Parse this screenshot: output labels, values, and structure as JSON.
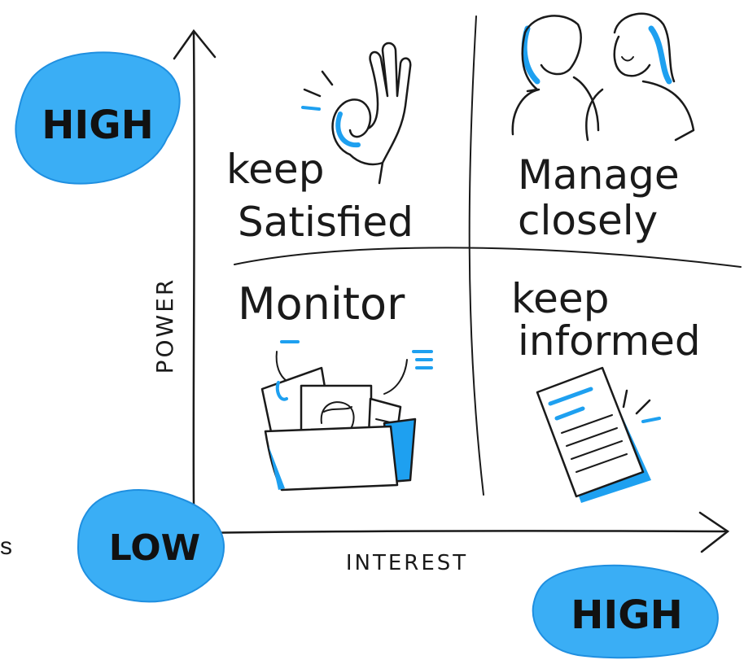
{
  "badges": {
    "power_high": "HIGH",
    "origin_low": "LOW",
    "interest_high": "HIGH"
  },
  "axes": {
    "y_label": "POWER",
    "x_label": "INTEREST"
  },
  "quadrants": {
    "top_left": {
      "line1": "keep",
      "line2": "Satisfied",
      "icon": "ok-hand-icon"
    },
    "top_right": {
      "line1": "Manage",
      "line2": "closely",
      "icon": "two-people-icon"
    },
    "bottom_left": {
      "line1": "Monitor",
      "line2": "",
      "icon": "folder-icon"
    },
    "bottom_right": {
      "line1": "keep",
      "line2": "informed",
      "icon": "document-icon"
    }
  },
  "edge_text": "s",
  "colors": {
    "accent_blue": "#1ea0f0",
    "blob_blue": "#3aaef5",
    "ink": "#1a1a1a"
  }
}
